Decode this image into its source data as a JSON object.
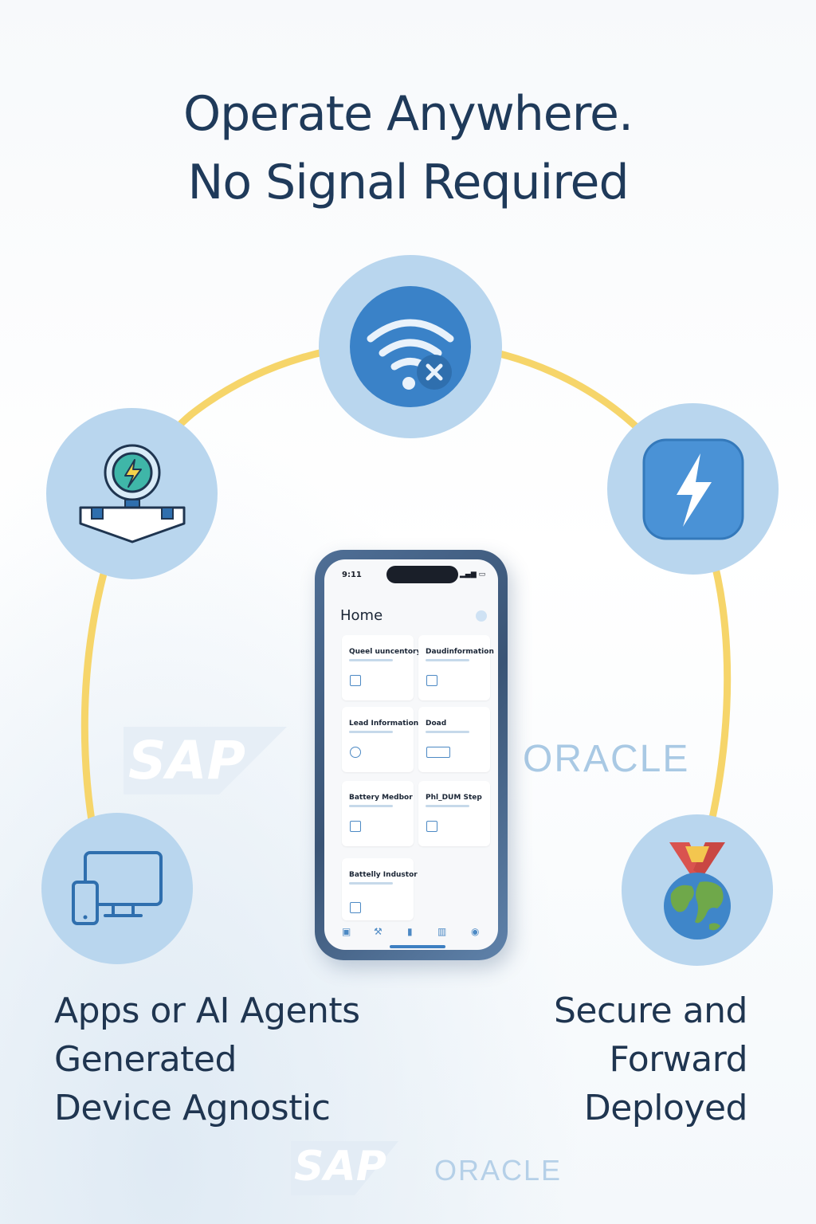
{
  "headline": {
    "line1": "Operate Anywhere.",
    "line2": "No Signal Required"
  },
  "nodes": {
    "top": {
      "icon": "wifi-off-icon"
    },
    "left": {
      "icon": "power-hub-icon"
    },
    "right": {
      "icon": "lightning-app-icon"
    },
    "bottom_left": {
      "icon": "devices-icon"
    },
    "bottom_right": {
      "icon": "globe-medal-icon"
    }
  },
  "captions": {
    "left": [
      "Apps or AI Agents",
      "Generated",
      "Device Agnostic"
    ],
    "right": [
      "Secure and",
      "Forward",
      "Deployed"
    ]
  },
  "logos": {
    "sap": "SAP",
    "oracle": "ORACLE"
  },
  "phone": {
    "status_time": "9:11",
    "title": "Home",
    "tiles": [
      {
        "title": "Queel uuncentory"
      },
      {
        "title": "Daudinformation"
      },
      {
        "title": "Lead Information"
      },
      {
        "title": "Doad"
      },
      {
        "title": "Battery Medbor"
      },
      {
        "title": "Phl_DUM Step"
      },
      {
        "title": "Battelly Industor"
      }
    ]
  },
  "colors": {
    "accent": "#3d7fc2",
    "arc": "#f6d56a",
    "node": "#b9d6ee"
  }
}
